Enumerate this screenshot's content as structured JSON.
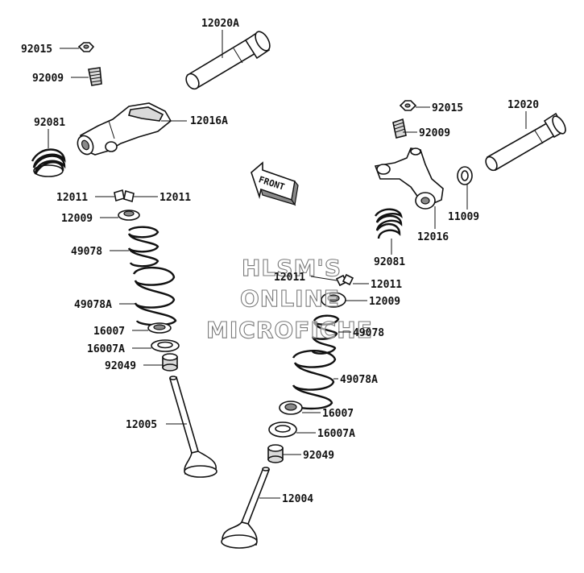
{
  "diagram": {
    "watermark": [
      "HLSM'S",
      "ONLINE",
      "MICROFICHE"
    ],
    "direction_arrow_label": "FRONT",
    "callouts": {
      "c_92015_l": "92015",
      "c_92009_l": "92009",
      "c_12020A": "12020A",
      "c_92081_l": "92081",
      "c_12016A": "12016A",
      "c_12011_a": "12011",
      "c_12011_b": "12011",
      "c_12009_l": "12009",
      "c_49078_l": "49078",
      "c_49078A_l": "49078A",
      "c_16007_l": "16007",
      "c_16007A_l": "16007A",
      "c_92049_l": "92049",
      "c_12005": "12005",
      "c_92015_r": "92015",
      "c_92009_r": "92009",
      "c_12020": "12020",
      "c_11009": "11009",
      "c_12016": "12016",
      "c_92081_r": "92081",
      "c_12011_c": "12011",
      "c_12011_d": "12011",
      "c_12009_r": "12009",
      "c_49078_r": "49078",
      "c_49078A_r": "49078A",
      "c_16007_r": "16007",
      "c_16007A_r": "16007A",
      "c_92049_r": "92049",
      "c_12004": "12004"
    }
  }
}
